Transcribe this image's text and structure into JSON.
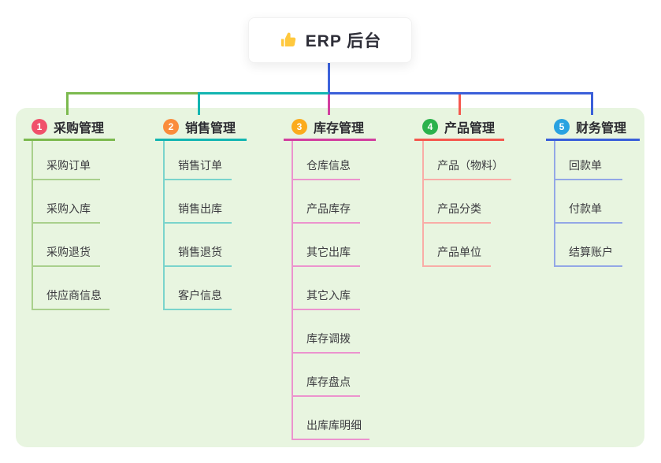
{
  "root": {
    "label": "ERP 后台",
    "icon": "thumbs-up-icon"
  },
  "branches": [
    {
      "index": "1",
      "label": "采购管理",
      "badge_color": "#F0516B",
      "line_color": "#7CBA4F",
      "light_color": "#A9D08C",
      "children": [
        "采购订单",
        "采购入库",
        "采购退货",
        "供应商信息"
      ]
    },
    {
      "index": "2",
      "label": "销售管理",
      "badge_color": "#FA8C3C",
      "line_color": "#13B5B1",
      "light_color": "#7AD4CC",
      "children": [
        "销售订单",
        "销售出库",
        "销售退货",
        "客户信息"
      ]
    },
    {
      "index": "3",
      "label": "库存管理",
      "badge_color": "#FBAB1C",
      "line_color": "#D23F9F",
      "light_color": "#EC93CE",
      "children": [
        "仓库信息",
        "产品库存",
        "其它出库",
        "其它入库",
        "库存调拨",
        "库存盘点",
        "出库库明细"
      ]
    },
    {
      "index": "4",
      "label": "产品管理",
      "badge_color": "#2BB24C",
      "line_color": "#F5584E",
      "light_color": "#F9ACA7",
      "children": [
        "产品（物料）",
        "产品分类",
        "产品单位"
      ]
    },
    {
      "index": "5",
      "label": "财务管理",
      "badge_color": "#29A2E1",
      "line_color": "#3A5FD9",
      "light_color": "#93A7E6",
      "children": [
        "回款单",
        "付款单",
        "结算账户"
      ]
    }
  ],
  "colors": {
    "page_bg": "#FFFFFF",
    "panel_bg": "#E8F5E0",
    "card_bg": "#FFFFFF",
    "stem": "#3D63DC",
    "root_text": "#2E2E38",
    "header_text": "#2B2B30",
    "child_text": "#3C3C40",
    "badge_text": "#FFFFFF",
    "icon_color": "#FFC83D"
  }
}
